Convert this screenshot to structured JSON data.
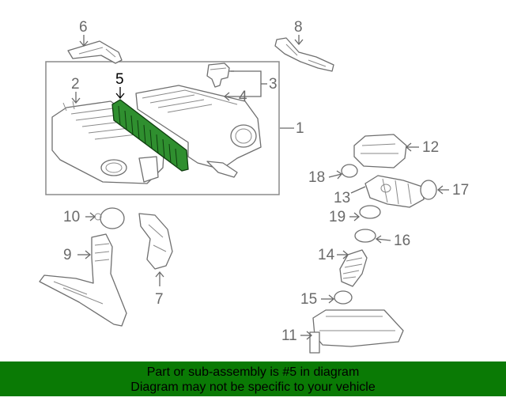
{
  "callouts": {
    "c1": "1",
    "c2": "2",
    "c3": "3",
    "c4": "4",
    "c5": "5",
    "c6": "6",
    "c7": "7",
    "c8": "8",
    "c9": "9",
    "c10": "10",
    "c11": "11",
    "c12": "12",
    "c13": "13",
    "c14": "14",
    "c15": "15",
    "c16": "16",
    "c17": "17",
    "c18": "18",
    "c19": "19"
  },
  "highlight_color": "#2f8f2f",
  "banner": {
    "line1": "Part or sub-assembly is #5 in diagram",
    "line2": "Diagram may not be specific to your vehicle",
    "background": "#0a7a05"
  }
}
